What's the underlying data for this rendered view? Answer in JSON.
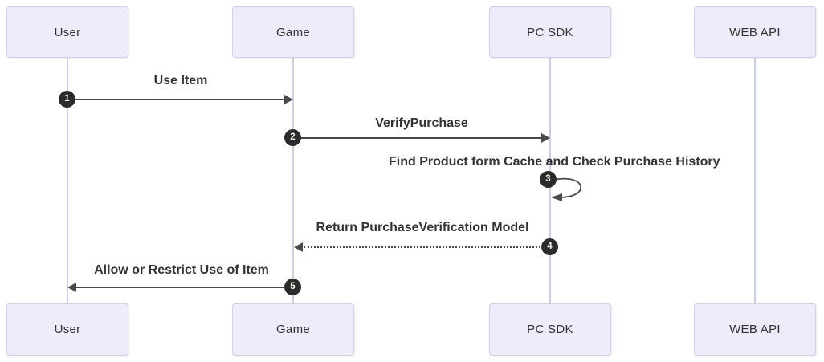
{
  "diagram": {
    "type": "sequence-diagram",
    "actors": [
      {
        "id": "user",
        "label": "User"
      },
      {
        "id": "game",
        "label": "Game"
      },
      {
        "id": "pc-sdk",
        "label": "PC SDK"
      },
      {
        "id": "web-api",
        "label": "WEB API"
      }
    ],
    "messages": [
      {
        "seq": "1",
        "from": "User",
        "to": "Game",
        "label": "Use Item",
        "line": "solid",
        "direction": "right"
      },
      {
        "seq": "2",
        "from": "Game",
        "to": "PC SDK",
        "label": "VerifyPurchase",
        "line": "solid",
        "direction": "right"
      },
      {
        "seq": "3",
        "from": "PC SDK",
        "to": "PC SDK",
        "label": "Find Product form Cache and Check Purchase History",
        "line": "solid",
        "direction": "self-loop"
      },
      {
        "seq": "4",
        "from": "PC SDK",
        "to": "Game",
        "label": "Return PurchaseVerification Model",
        "line": "dotted",
        "direction": "left"
      },
      {
        "seq": "5",
        "from": "Game",
        "to": "User",
        "label": "Allow or Restrict Use of Item",
        "line": "solid",
        "direction": "left"
      }
    ],
    "colors": {
      "actor_fill": "#ececfa",
      "actor_border": "#cfcfe8",
      "lifeline": "#cfcfe3",
      "arrow": "#4a4a4a",
      "text": "#333333",
      "badge_fill": "#2b2b2b",
      "badge_text": "#f4efe5"
    }
  }
}
